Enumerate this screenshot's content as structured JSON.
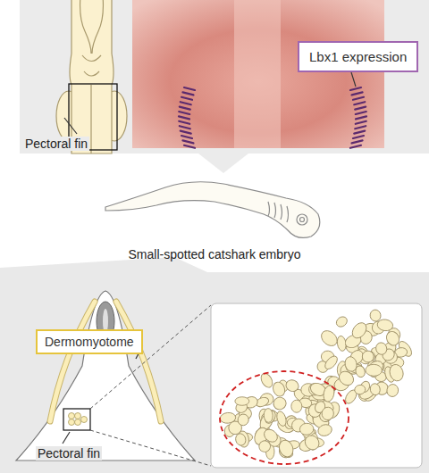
{
  "diagram": {
    "nodes": [
      {
        "text": [
          "Lbx1 expression"
        ]
      },
      {
        "text": [
          "Dermomyotome"
        ]
      }
    ],
    "labels": [
      "Pectoral fin",
      "Small-spotted catshark embryo",
      "Pectoral fin"
    ]
  }
}
